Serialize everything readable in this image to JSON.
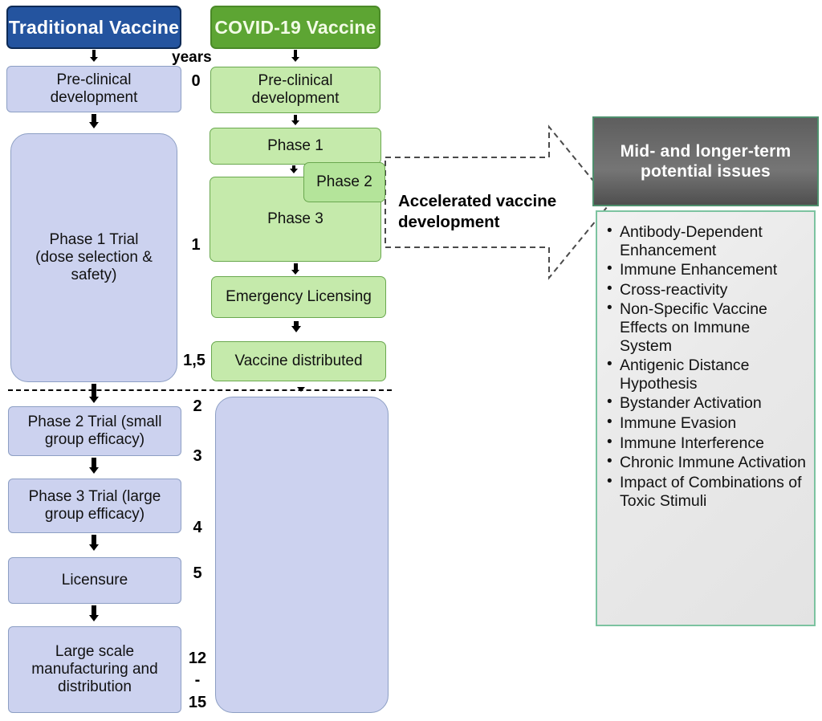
{
  "figure": {
    "title": "Traditional vs COVID-19 vaccine development timeline",
    "colors": {
      "blue_header": "#24549f",
      "green_header": "#5da533",
      "blue_box": "#ccd2ef",
      "green_box": "#c5eaab",
      "panel_header": "#6e6e6e",
      "panel_border": "#7cc3a0"
    }
  },
  "columns": {
    "traditional": {
      "header": "Traditional  Vaccine",
      "steps": [
        {
          "label": "Pre-clinical\ndevelopment"
        },
        {
          "label": "Phase 1 Trial\n(dose selection &\nsafety)"
        },
        {
          "label": "Phase 2 Trial (small\ngroup efficacy)"
        },
        {
          "label": "Phase 3 Trial (large\ngroup efficacy)"
        },
        {
          "label": "Licensure"
        },
        {
          "label": "Large scale\nmanufacturing and\ndistribution"
        }
      ]
    },
    "covid": {
      "header": "COVID-19 Vaccine",
      "steps": [
        {
          "label": "Pre-clinical\ndevelopment"
        },
        {
          "label": "Phase 1"
        },
        {
          "label": "Phase 2"
        },
        {
          "label": "Phase 3"
        },
        {
          "label": "Emergency Licensing"
        },
        {
          "label": "Vaccine distributed"
        }
      ]
    }
  },
  "timeline": {
    "axis_label": "years",
    "ticks": [
      "0",
      "1",
      "1,5",
      "2",
      "3",
      "4",
      "5",
      "12",
      "-",
      "15"
    ]
  },
  "accelerated": {
    "label": "Accelerated vaccine\ndevelopment"
  },
  "issues_panel": {
    "title": "Mid- and longer-term\npotential issues",
    "items": [
      "Antibody-Dependent Enhancement",
      "Immune Enhancement",
      "Cross-reactivity",
      "Non-Specific Vaccine Effects on Immune System",
      "Antigenic Distance Hypothesis",
      "Bystander Activation",
      "Immune Evasion",
      "Immune Interference",
      "Chronic Immune Activation",
      "Impact of Combinations of Toxic Stimuli"
    ]
  }
}
